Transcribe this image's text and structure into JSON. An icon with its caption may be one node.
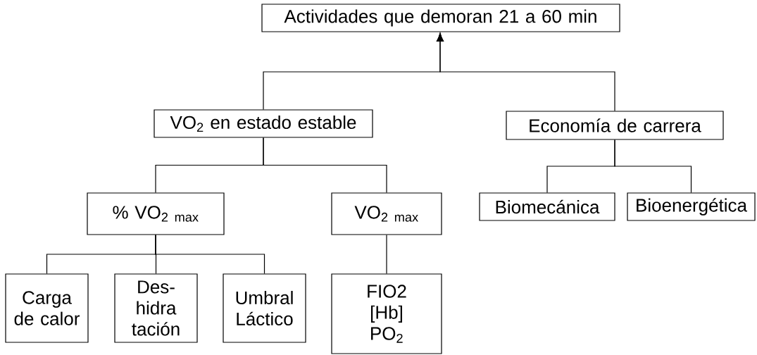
{
  "diagram": {
    "nodes": [
      {
        "text": [
          "Actividades que demoran 21 a 60 min"
        ]
      },
      {
        "text": [
          "VO$_{2}$ en estado estable"
        ]
      },
      {
        "text": [
          "Economía de carrera"
        ]
      },
      {
        "text": [
          "% VO$_{2 max}$"
        ]
      },
      {
        "text": [
          "VO$_{2 max}$"
        ]
      },
      {
        "text": [
          "Biomecánica"
        ]
      },
      {
        "text": [
          "Bioenergética"
        ]
      },
      {
        "text": [
          "Carga de calor"
        ]
      },
      {
        "text": [
          "Des- hidra tación"
        ]
      },
      {
        "text": [
          "Umbral Láctico"
        ]
      },
      {
        "text": [
          "FIO2 [Hb] PO$_{2}$"
        ]
      }
    ],
    "edges": [
      {
        "from": 1,
        "to": 0,
        "arrow": "to"
      },
      {
        "from": 2,
        "to": 0,
        "arrow": "to"
      },
      {
        "from": 1,
        "to": 3,
        "arrow": "none"
      },
      {
        "from": 1,
        "to": 4,
        "arrow": "none"
      },
      {
        "from": 2,
        "to": 5,
        "arrow": "none"
      },
      {
        "from": 2,
        "to": 6,
        "arrow": "none"
      },
      {
        "from": 3,
        "to": 7,
        "arrow": "none"
      },
      {
        "from": 3,
        "to": 8,
        "arrow": "none"
      },
      {
        "from": 3,
        "to": 9,
        "arrow": "none"
      },
      {
        "from": 4,
        "to": 10,
        "arrow": "none"
      }
    ]
  }
}
